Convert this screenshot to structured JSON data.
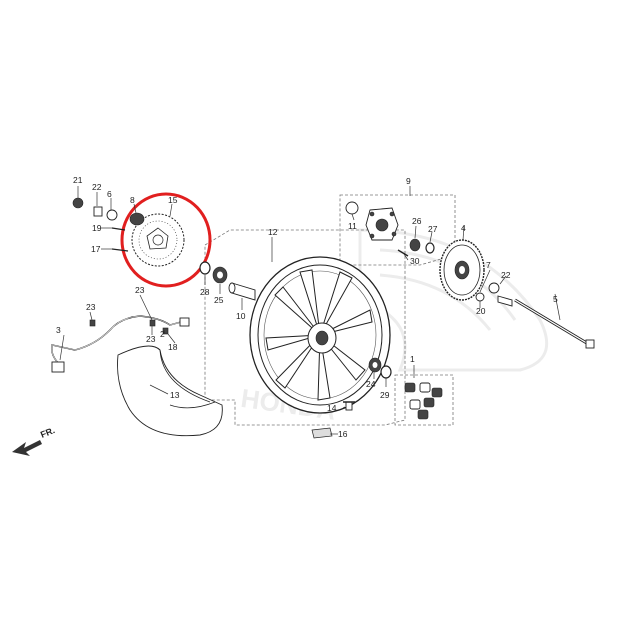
{
  "colors": {
    "highlight": "#e11f1f",
    "line": "#222222",
    "watermark": "#ececec"
  },
  "callouts": {
    "c1": "1",
    "c2": "2",
    "c3": "3",
    "c4": "4",
    "c5": "5",
    "c6": "6",
    "c7": "7",
    "c8": "8",
    "c9": "9",
    "c10": "10",
    "c11": "11",
    "c12": "12",
    "c13": "13",
    "c14": "14",
    "c15": "15",
    "c16": "16",
    "c17": "17",
    "c18": "18",
    "c19": "19",
    "c20": "20",
    "c21": "21",
    "c22a": "22",
    "c22b": "22",
    "c23a": "23",
    "c23b": "23",
    "c23c": "23",
    "c24": "24",
    "c25": "25",
    "c26": "26",
    "c27": "27",
    "c28": "28",
    "c29": "29",
    "c30": "30"
  },
  "direction_label": "FR.",
  "watermark_text": "HONDA",
  "highlighted_part": "15",
  "icons": [
    "direction-arrow-icon",
    "honda-wing-watermark-icon"
  ]
}
